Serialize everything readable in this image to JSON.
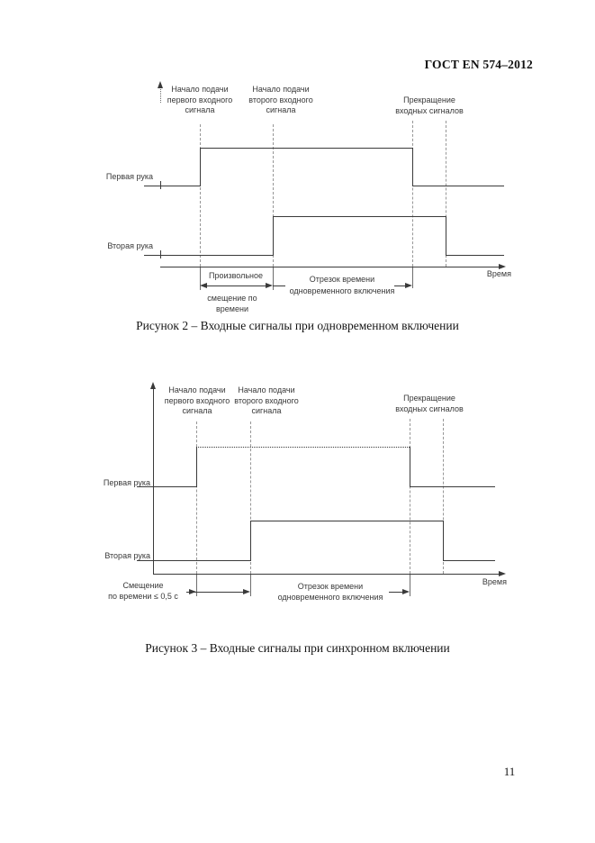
{
  "header": {
    "standard_code": "ГОСТ EN 574–2012"
  },
  "figure2": {
    "labels": {
      "signal1_start": "Начало подачи\nпервого входного\nсигнала",
      "signal2_start": "Начало подачи\nвторого входного\nсигнала",
      "signals_stop": "Прекращение\nвходных сигналов",
      "hand1": "Первая рука",
      "hand2": "Вторая рука",
      "offset_top": "Произвольное",
      "offset_bottom": "смещение по\nвремени",
      "overlap": "Отрезок времени\nодновременного включения",
      "time_axis": "Время"
    },
    "caption": "Рисунок 2 – Входные сигналы при одновременном включении"
  },
  "figure3": {
    "labels": {
      "signal1_start": "Начало подачи\nпервого входного\nсигнала",
      "signal2_start": "Начало подачи\nвторого входного\nсигнала",
      "signals_stop": "Прекращение\nвходных сигналов",
      "hand1": "Первая рука",
      "hand2": "Вторая рука",
      "offset": "Смещение\nпо времени ≤ 0,5 с",
      "overlap": "Отрезок времени\nодновременного включения",
      "time_axis": "Время"
    },
    "caption": "Рисунок 3 – Входные сигналы при синхронном включении"
  },
  "footer": {
    "page_number": "11"
  },
  "colors": {
    "line": "#3a3a3a",
    "dashed": "#979797",
    "text": "#141414"
  }
}
